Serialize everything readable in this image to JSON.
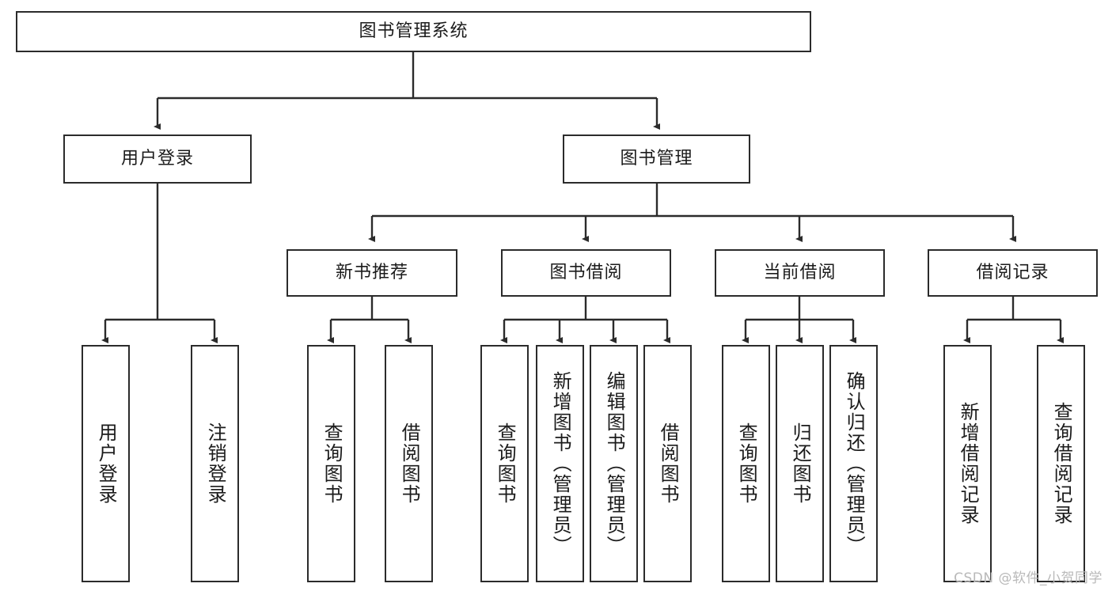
{
  "diagram": {
    "type": "hierarchy-tree",
    "title": "图书管理系统",
    "watermark": "CSDN @软件_小贺同学",
    "colors": {
      "stroke": "#2b2b2b",
      "fill": "#ffffff",
      "text": "#1b1b1b",
      "watermark": "#b9b9b9"
    },
    "nodes": {
      "root": {
        "label": "图书管理系统",
        "orientation": "horizontal"
      },
      "level2": [
        {
          "id": "user-login",
          "label": "用户登录",
          "orientation": "horizontal"
        },
        {
          "id": "book-manage",
          "label": "图书管理",
          "orientation": "horizontal"
        }
      ],
      "level3": [
        {
          "id": "new-book-recommend",
          "label": "新书推荐",
          "orientation": "horizontal"
        },
        {
          "id": "book-borrow",
          "label": "图书借阅",
          "orientation": "horizontal"
        },
        {
          "id": "current-borrow",
          "label": "当前借阅",
          "orientation": "horizontal"
        },
        {
          "id": "borrow-record",
          "label": "借阅记录",
          "orientation": "horizontal"
        }
      ],
      "leaves": {
        "user-login": [
          {
            "id": "leaf-user-login",
            "label": "用户登录",
            "orientation": "vertical"
          },
          {
            "id": "leaf-logout",
            "label": "注销登录",
            "orientation": "vertical"
          }
        ],
        "new-book-recommend": [
          {
            "id": "leaf-query-book-1",
            "label": "查询图书",
            "orientation": "vertical"
          },
          {
            "id": "leaf-borrow-book-1",
            "label": "借阅图书",
            "orientation": "vertical"
          }
        ],
        "book-borrow": [
          {
            "id": "leaf-query-book-2",
            "label": "查询图书",
            "orientation": "vertical"
          },
          {
            "id": "leaf-add-book",
            "label": "新增图书（管理员）",
            "orientation": "vertical"
          },
          {
            "id": "leaf-edit-book",
            "label": "编辑图书（管理员）",
            "orientation": "vertical"
          },
          {
            "id": "leaf-borrow-book-2",
            "label": "借阅图书",
            "orientation": "vertical"
          }
        ],
        "current-borrow": [
          {
            "id": "leaf-query-book-3",
            "label": "查询图书",
            "orientation": "vertical"
          },
          {
            "id": "leaf-return-book",
            "label": "归还图书",
            "orientation": "vertical"
          },
          {
            "id": "leaf-confirm-return",
            "label": "确认归还（管理员）",
            "orientation": "vertical"
          }
        ],
        "borrow-record": [
          {
            "id": "leaf-add-record",
            "label": "新增借阅记录",
            "orientation": "vertical"
          },
          {
            "id": "leaf-query-record",
            "label": "查询借阅记录",
            "orientation": "vertical"
          }
        ]
      }
    }
  }
}
